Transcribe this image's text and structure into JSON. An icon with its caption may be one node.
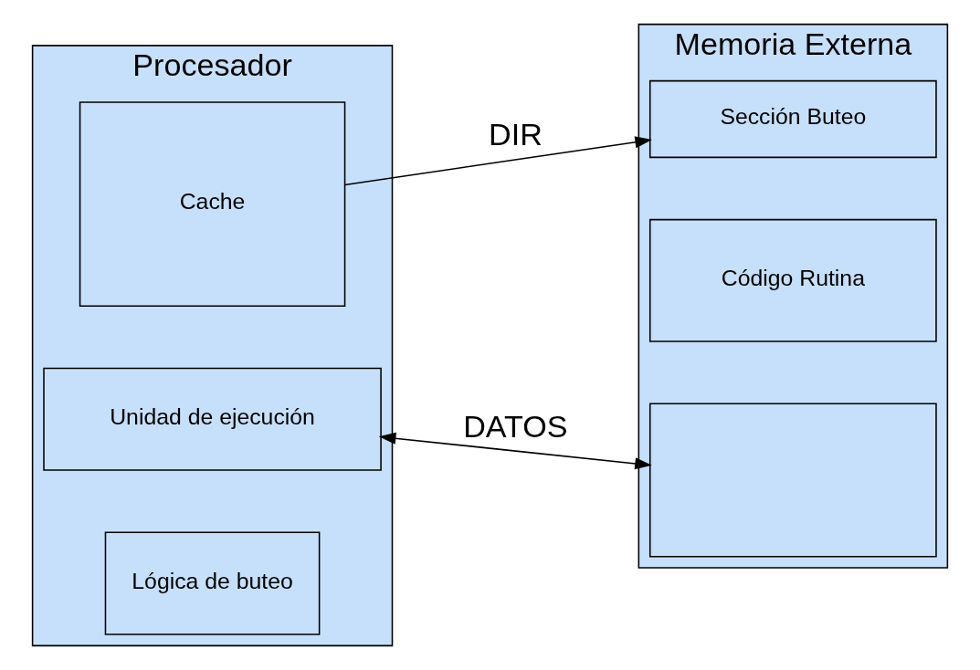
{
  "diagram": {
    "nodes": [
      {
        "text": [
          "Procesador"
        ]
      },
      {
        "text": [
          "Cache"
        ],
        "in": 0
      },
      {
        "text": [
          "Unidad de ejecución"
        ],
        "in": 0
      },
      {
        "text": [
          "Lógica de buteo"
        ],
        "in": 0
      },
      {
        "text": [
          "Memoria Externa"
        ]
      },
      {
        "text": [
          "Sección Buteo"
        ],
        "in": 4
      },
      {
        "text": [
          "Código Rutina"
        ],
        "in": 4
      },
      {
        "text": [],
        "shape": "box",
        "in": 4
      }
    ],
    "edges": [
      {
        "from": 1,
        "to": 5,
        "arrow": "to",
        "label": "DIR"
      },
      {
        "from": 2,
        "to": 7,
        "arrow": "both",
        "label": "DATOS"
      }
    ]
  }
}
